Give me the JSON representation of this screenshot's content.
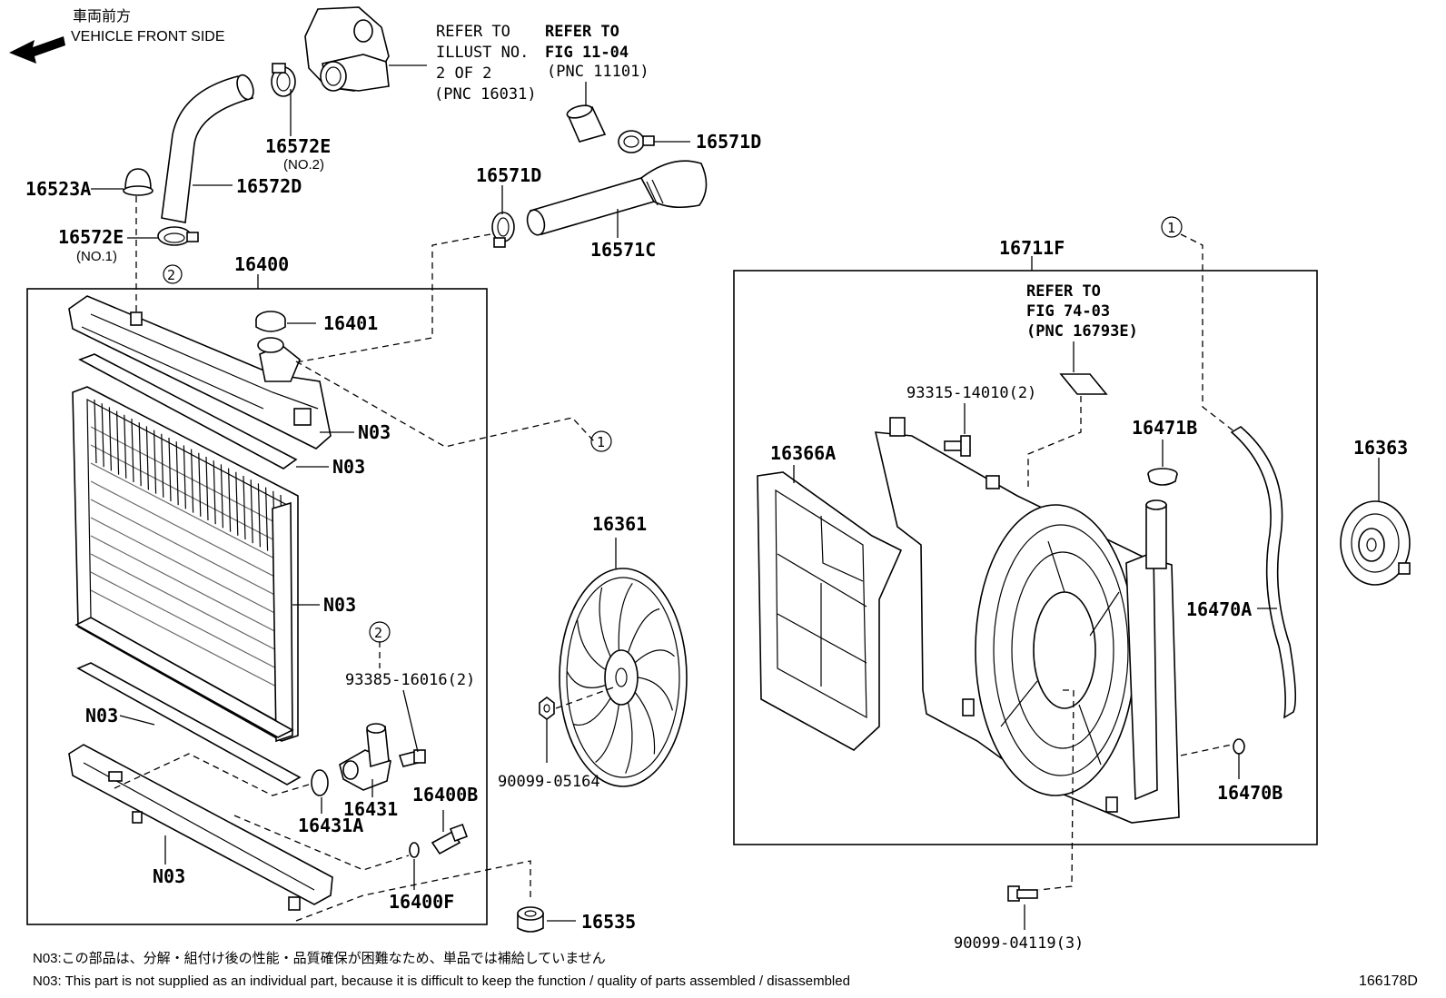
{
  "direction": {
    "jp": "車両前方",
    "en": "VEHICLE FRONT SIDE"
  },
  "refs": {
    "illust": [
      "REFER TO",
      "ILLUST NO.",
      "2 OF 2",
      "(PNC 16031)"
    ],
    "fig1104": [
      "REFER TO",
      "FIG 11-04",
      "(PNC 11101)"
    ],
    "fig7403": [
      "REFER TO",
      "FIG 74-03",
      "(PNC 16793E)"
    ]
  },
  "labels": {
    "p16572E_no2": "16572E",
    "p16572E_no2_sub": "(NO.2)",
    "p16571D_top": "16571D",
    "p16523A": "16523A",
    "p16572D": "16572D",
    "p16571D_mid": "16571D",
    "p16572E_no1": "16572E",
    "p16572E_no1_sub": "(NO.1)",
    "p16571C": "16571C",
    "p16400": "16400",
    "p16401": "16401",
    "n03_a": "N03",
    "n03_b": "N03",
    "n03_c": "N03",
    "n03_d": "N03",
    "n03_e": "N03",
    "p93385": "93385-16016(2)",
    "p16431": "16431",
    "p16431A": "16431A",
    "p16400B": "16400B",
    "p16400F": "16400F",
    "p16361": "16361",
    "p90099_05164": "90099-05164",
    "p16535": "16535",
    "p16711F": "16711F",
    "p93315": "93315-14010(2)",
    "p16366A": "16366A",
    "p16471B": "16471B",
    "p16363": "16363",
    "p16470A": "16470A",
    "p16470B": "16470B",
    "p90099_04119": "90099-04119(3)"
  },
  "circle_marks": {
    "one_a": "1",
    "one_b": "1",
    "two_a": "2",
    "two_b": "2"
  },
  "notes": {
    "jp": "N03:この部品は、分解・組付け後の性能・品質確保が困難なため、単品では補給していません",
    "en": "N03: This part is not supplied as an individual part, because it is difficult to keep the function / quality of parts assembled / disassembled"
  },
  "figure_id": "166178D"
}
